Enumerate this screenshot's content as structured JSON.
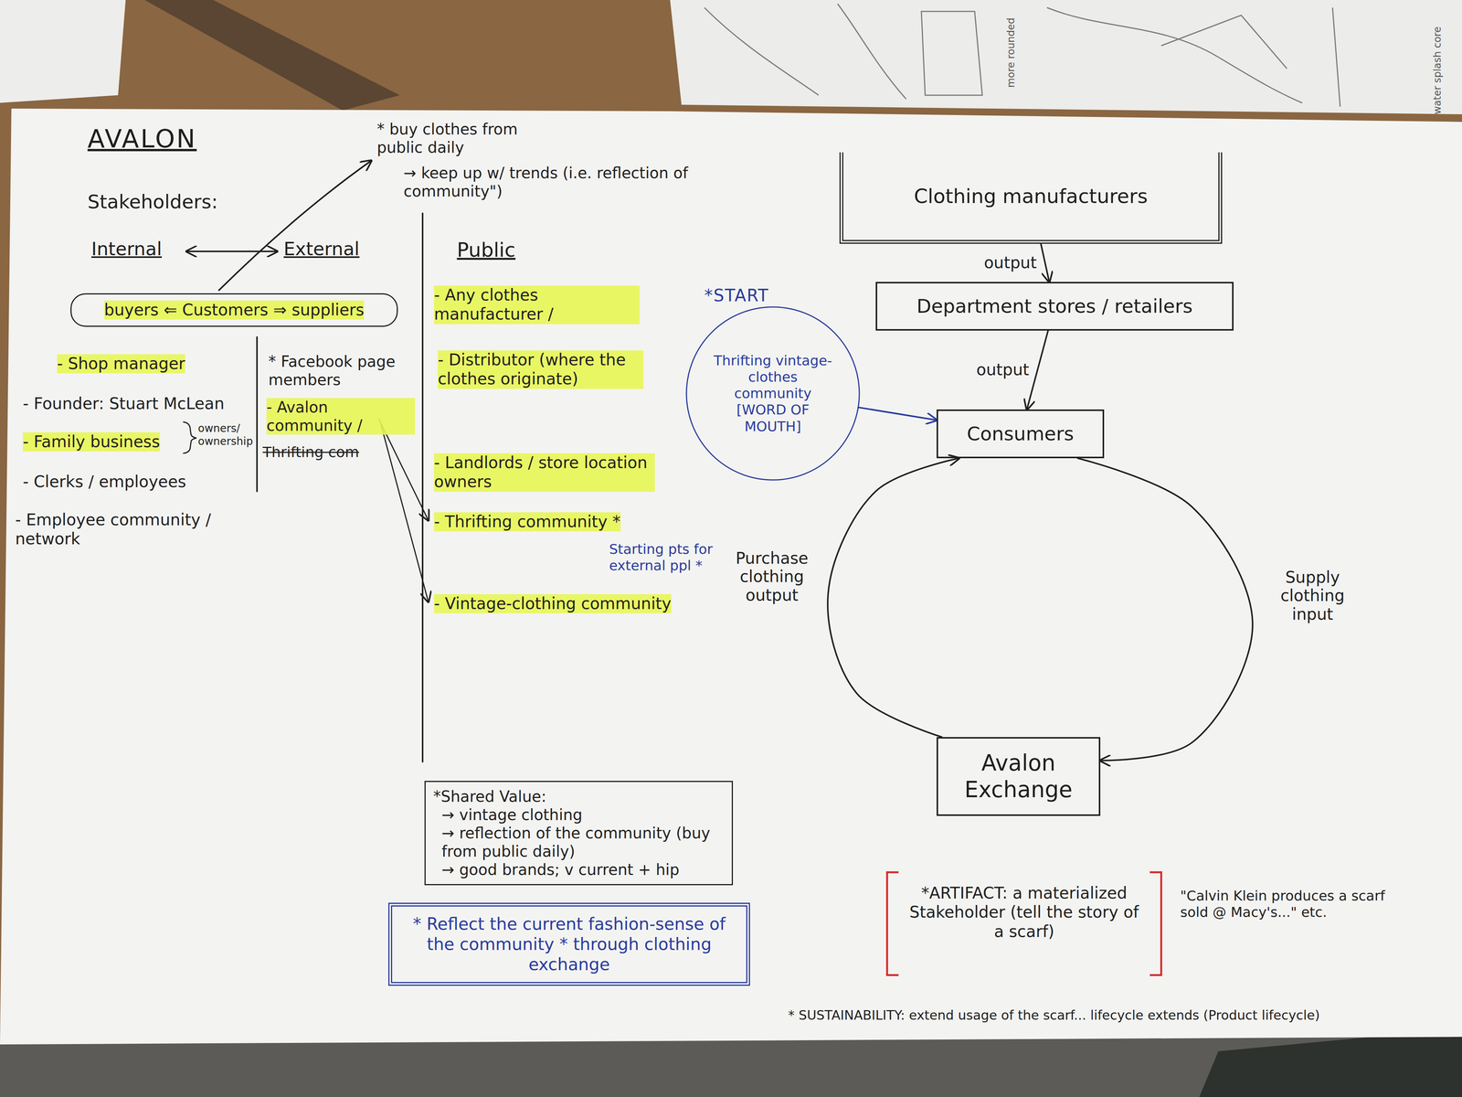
{
  "diagram": {
    "title": "AVALON",
    "nodes": [
      {
        "text": [
          "buyers ⇐ Customers ⇒ suppliers"
        ]
      },
      {
        "text": [
          "Clothing manufacturers"
        ]
      },
      {
        "text": [
          "Department stores / retailers"
        ]
      },
      {
        "text": [
          "*START",
          "Thrifting vintage-clothes community [WORD OF MOUTH]"
        ]
      },
      {
        "text": [
          "Consumers"
        ]
      },
      {
        "text": [
          "Avalon Exchange"
        ]
      },
      {
        "text": [
          "*Shared Value:",
          "→ vintage clothing",
          "→ reflection of the community (buy from public daily)",
          "→ good brands; v current + hip"
        ]
      },
      {
        "text": [
          "* Reflect the current fashion-sense of the community * through clothing exchange"
        ]
      }
    ],
    "edges": [
      {
        "from": 1,
        "to": 2,
        "label": "output",
        "arrow": "to"
      },
      {
        "from": 2,
        "to": 4,
        "label": "output",
        "arrow": "to"
      },
      {
        "from": 3,
        "to": 4,
        "arrow": "to"
      },
      {
        "from": 5,
        "to": 4,
        "label": "Purchase clothing output",
        "arrow": "to"
      },
      {
        "from": 4,
        "to": 5,
        "label": "Supply clothing input",
        "arrow": "to"
      }
    ],
    "labels": [
      "Stakeholders:",
      "Internal",
      "External",
      "- Shop manager",
      "- Founder: Stuart McLean",
      "- Family business",
      "owners/ ownership",
      "- Clerks / employees",
      "- Employee community / network",
      "* Facebook page members",
      "- Avalon community /",
      "Thrifting com",
      "* buy clothes from public daily",
      "→ keep up w/ trends (i.e. reflection of community\")",
      "Public",
      "- Any clothes manufacturer /",
      "- Distributor (where the clothes originate)",
      "- Landlords / store location owners",
      "- Thrifting community *",
      "Starting pts for external ppl *",
      "- Vintage-clothing community",
      "*ARTIFACT: a materialized Stakeholder (tell the story of a scarf)",
      "\"Calvin Klein produces a scarf sold @ Macy's...\" etc.",
      "* SUSTAINABILITY: extend usage of the scarf... lifecycle extends (Product lifecycle)",
      "more rounded",
      "water splash core"
    ]
  }
}
